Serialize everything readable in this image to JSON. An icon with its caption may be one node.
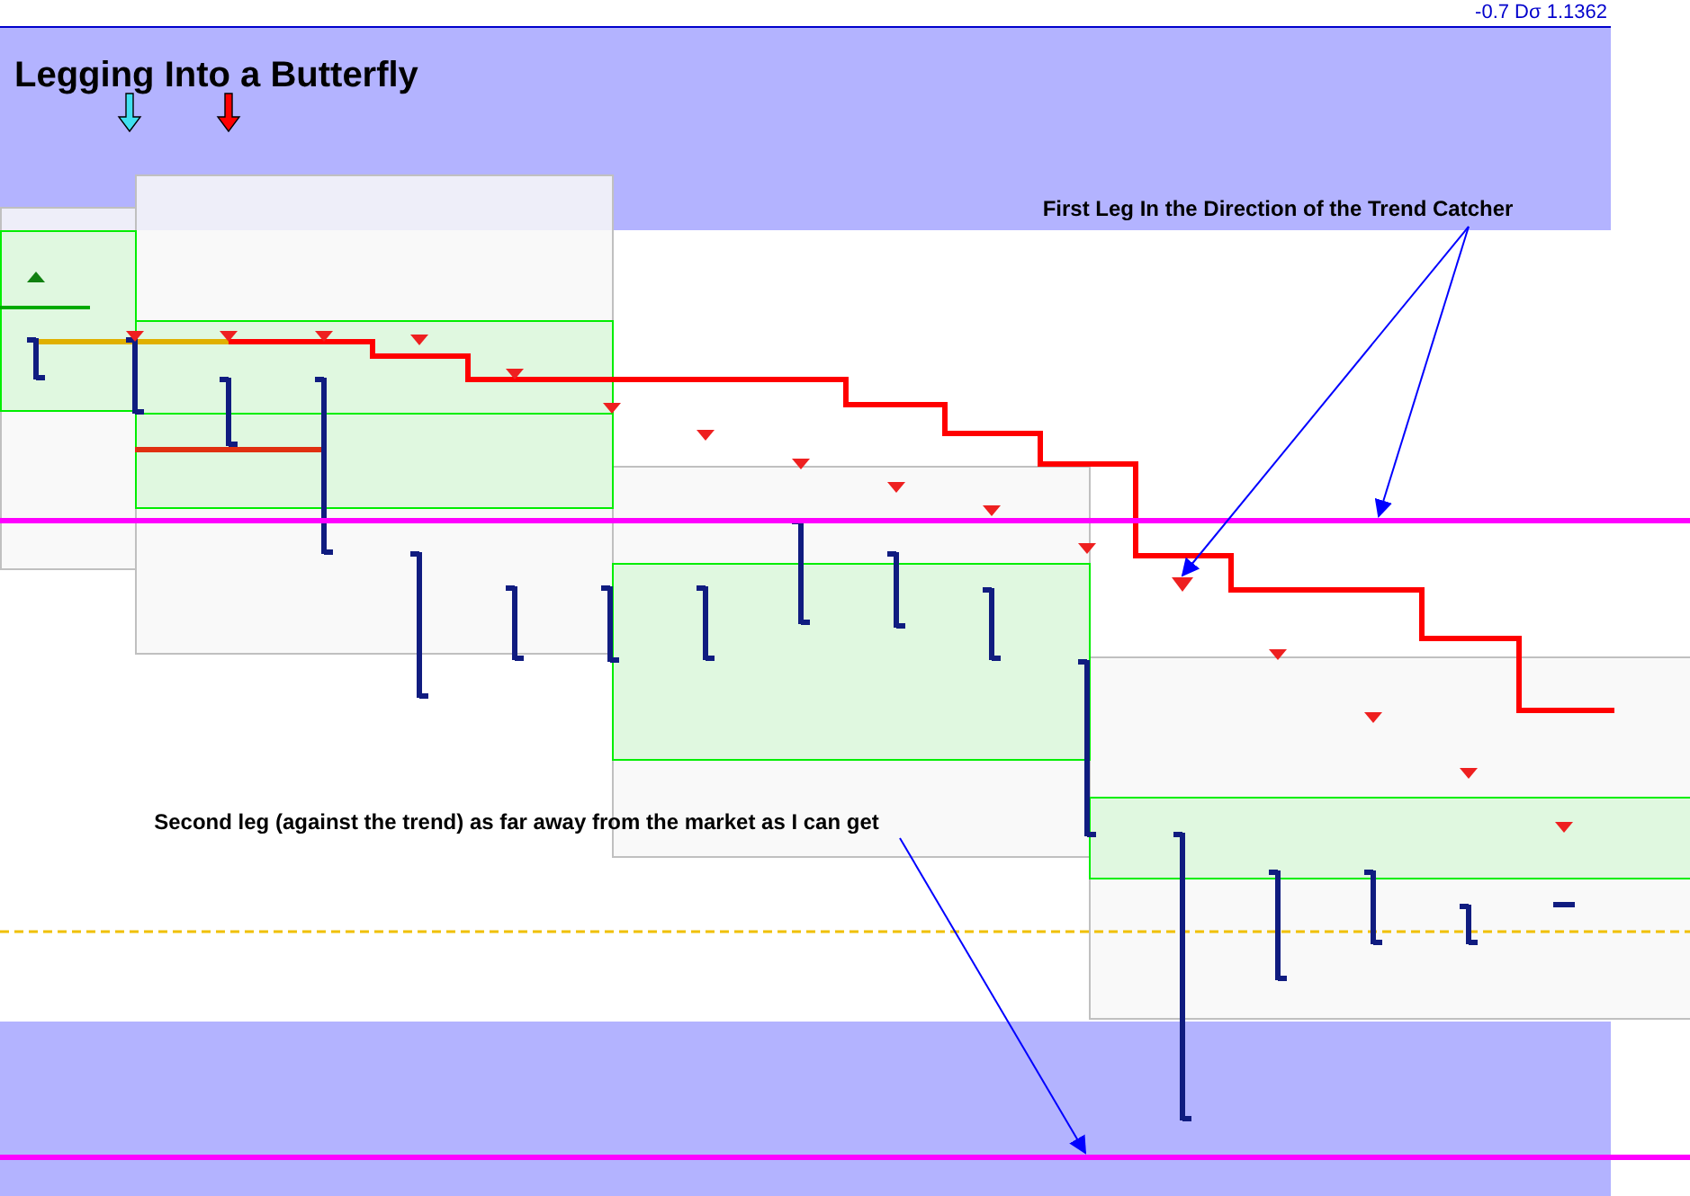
{
  "diagram": {
    "title": "Legging Into a Butterfly",
    "nodes": [
      {
        "text": [
          "First Leg In the Direction of the Trend Catcher"
        ]
      },
      {
        "text": [],
        "shape": "triangle"
      },
      {
        "text": [],
        "shape": "line"
      },
      {
        "text": [
          "Second leg (against the trend) as far away from the market as I can get"
        ]
      },
      {
        "text": [],
        "shape": "line"
      }
    ],
    "edges": [
      {
        "from": 0,
        "to": 1,
        "arrow": "to"
      },
      {
        "from": 0,
        "to": 2,
        "arrow": "to"
      },
      {
        "from": 3,
        "to": 4,
        "arrow": "to"
      }
    ],
    "labels": [
      "-0.7 Dσ 1.1362"
    ]
  }
}
